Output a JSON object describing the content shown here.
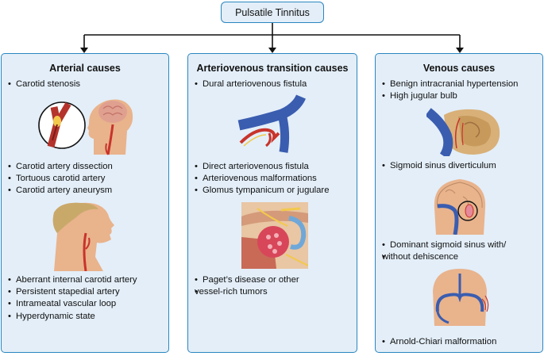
{
  "root": {
    "title": "Pulsatile Tinnitus"
  },
  "columns": [
    {
      "title": "Arterial causes",
      "groups": [
        [
          "Carotid stenosis"
        ],
        [
          "Carotid artery dissection",
          "Tortuous carotid artery",
          "Carotid artery aneurysm"
        ],
        [
          "Aberrant internal carotid artery",
          "Persistent stapedial artery",
          "Intrameatal vascular loop",
          "Hyperdynamic state"
        ]
      ]
    },
    {
      "title": "Arteriovenous transition causes",
      "groups": [
        [
          "Dural arteriovenous fistula"
        ],
        [
          "Direct arteriovenous fistula",
          "Arteriovenous malformations",
          "Glomus tympanicum or jugulare"
        ],
        [
          "Paget’s disease or other",
          "vessel-rich tumors"
        ]
      ]
    },
    {
      "title": "Venous causes",
      "groups": [
        [
          "Benign intracranial hypertension",
          "High jugular bulb"
        ],
        [
          "Sigmoid sinus diverticulum"
        ],
        [
          "Dominant sigmoid sinus with/",
          "without dehiscence"
        ],
        [
          "Arnold-Chiari malformation"
        ]
      ]
    }
  ],
  "colors": {
    "border": "#2a86c0",
    "panel_fill": "#e3eef8",
    "artery": "#c8332b",
    "vein": "#3a5db0",
    "skin": "#e9b38c"
  }
}
